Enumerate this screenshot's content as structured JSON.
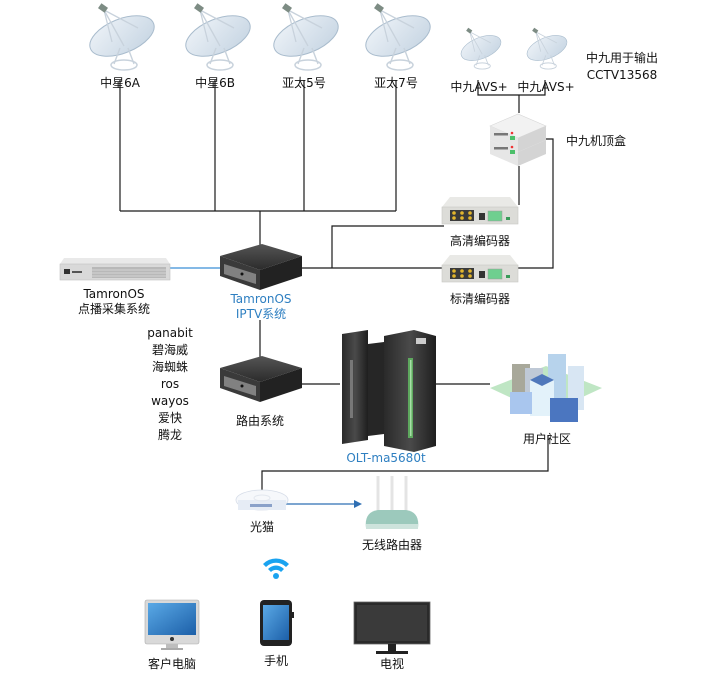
{
  "satellites": [
    {
      "label": "中星6A"
    },
    {
      "label": "中星6B"
    },
    {
      "label": "亚太5号"
    },
    {
      "label": "亚太7号"
    }
  ],
  "avs_dishes": [
    {
      "label": "中九AVS+"
    },
    {
      "label": "中九AVS+"
    }
  ],
  "note": {
    "line1": "中九用于输出",
    "line2": "CCTV13568"
  },
  "set_top_box": {
    "label": "中九机顶盒"
  },
  "hd_encoder": {
    "label": "高清编码器"
  },
  "sd_encoder": {
    "label": "标清编码器"
  },
  "vod_system": {
    "line1": "TamronOS",
    "line2": "点播采集系统"
  },
  "iptv_system": {
    "line1": "TamronOS",
    "line2": "IPTV系统"
  },
  "router_options": [
    "panabit",
    "碧海威",
    "海蜘蛛",
    "ros",
    "wayos",
    "爱快",
    "腾龙"
  ],
  "router_system": {
    "label": "路由系统"
  },
  "olt": {
    "label": "OLT-ma5680t"
  },
  "community": {
    "label": "用户社区"
  },
  "onu": {
    "label": "光猫"
  },
  "wireless_router": {
    "label": "无线路由器"
  },
  "devices": [
    {
      "label": "客户电脑"
    },
    {
      "label": "手机"
    },
    {
      "label": "电视"
    }
  ],
  "colors": {
    "line": "#1a1a1a",
    "accent_link": "#3b8fd6",
    "label_blue": "#2e7fc1",
    "wifi": "#1aa3f0"
  }
}
